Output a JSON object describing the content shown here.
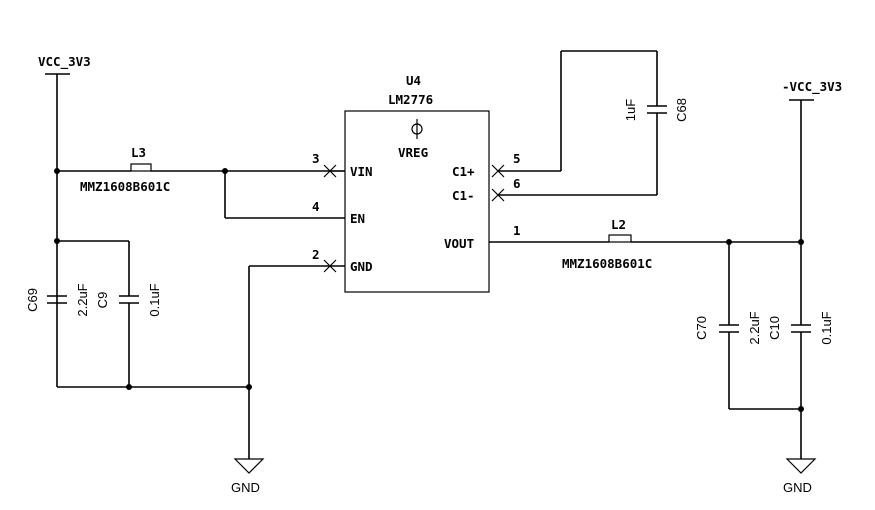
{
  "power": {
    "left_rail": "VCC_3V3",
    "right_rail": "-VCC_3V3",
    "gnd_left": "GND",
    "gnd_right": "GND"
  },
  "ic": {
    "ref": "U4",
    "part": "LM2776",
    "center_label": "VREG",
    "pins": {
      "vin": {
        "name": "VIN",
        "number": "3"
      },
      "en": {
        "name": "EN",
        "number": "4"
      },
      "gnd": {
        "name": "GND",
        "number": "2"
      },
      "c1p": {
        "name": "C1+",
        "number": "5"
      },
      "c1n": {
        "name": "C1-",
        "number": "6"
      },
      "vout": {
        "name": "VOUT",
        "number": "1"
      }
    }
  },
  "inductors": {
    "l3": {
      "ref": "L3",
      "value": "MMZ1608B601C"
    },
    "l2": {
      "ref": "L2",
      "value": "MMZ1608B601C"
    }
  },
  "capacitors": {
    "c69": {
      "ref": "C69",
      "value": "2.2uF"
    },
    "c9": {
      "ref": "C9",
      "value": "0.1uF"
    },
    "c68": {
      "ref": "C68",
      "value": "1uF"
    },
    "c70": {
      "ref": "C70",
      "value": "2.2uF"
    },
    "c10": {
      "ref": "C10",
      "value": "0.1uF"
    }
  }
}
